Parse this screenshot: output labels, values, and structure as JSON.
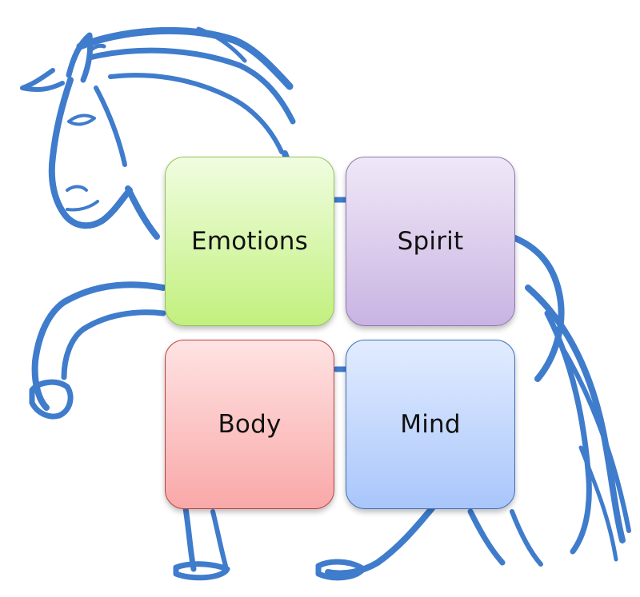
{
  "colors": {
    "outline": "#3f7ccc",
    "emotions": {
      "top": "#f0fde0",
      "bottom": "#c2f07e",
      "border": "#93c45a"
    },
    "spirit": {
      "top": "#efe8f7",
      "bottom": "#c9b4e2",
      "border": "#8f77b4"
    },
    "body": {
      "top": "#ffe3e3",
      "bottom": "#f9a8a8",
      "border": "#b94040"
    },
    "mind": {
      "top": "#e2ecff",
      "bottom": "#a9c6fb",
      "border": "#3f6fc0"
    }
  },
  "tiles": {
    "emotions": "Emotions",
    "spirit": "Spirit",
    "body": "Body",
    "mind": "Mind"
  }
}
